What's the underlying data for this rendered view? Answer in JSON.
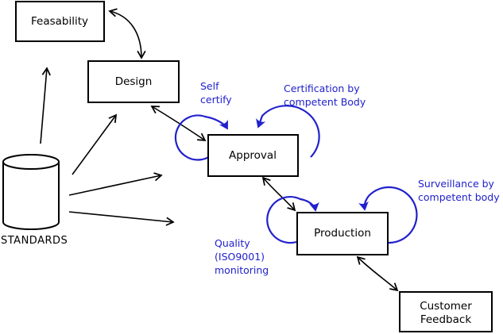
{
  "diagram": {
    "background": "#ffffff",
    "colors": {
      "line": "#000000",
      "box_fill": "#ffffff",
      "annotation_blue": "#2121cc"
    },
    "nodes": {
      "feasability": {
        "label": "Feasability"
      },
      "design": {
        "label": "Design"
      },
      "approval": {
        "label": "Approval"
      },
      "production": {
        "label": "Production"
      },
      "customer_feedback": {
        "line1": "Customer",
        "line2": "Feedback"
      },
      "standards": {
        "label": "STANDARDS",
        "shape": "cylinder"
      }
    },
    "annotations": {
      "self_certify": {
        "line1": "Self",
        "line2": "certify"
      },
      "certification": {
        "line1": "Certification by",
        "line2": "competent Body"
      },
      "surveillance": {
        "line1": "Surveillance by",
        "line2": "competent body"
      },
      "quality": {
        "line1": "Quality",
        "line2": "(ISO9001)",
        "line3": "monitoring"
      }
    },
    "edges": [
      {
        "from": "standards",
        "to": "feasability",
        "type": "arrow"
      },
      {
        "from": "standards",
        "to": "design",
        "type": "arrow"
      },
      {
        "from": "standards",
        "to": "approval",
        "type": "arrow"
      },
      {
        "from": "standards",
        "to": "production",
        "type": "arrow"
      },
      {
        "from": "feasability",
        "to": "design",
        "type": "double-arrow"
      },
      {
        "from": "design",
        "to": "approval",
        "type": "double-arrow"
      },
      {
        "from": "approval",
        "to": "production",
        "type": "double-arrow"
      },
      {
        "from": "production",
        "to": "customer_feedback",
        "type": "double-arrow"
      },
      {
        "node": "approval",
        "type": "self-loop",
        "label_ref": "self_certify"
      },
      {
        "node": "approval",
        "type": "self-loop",
        "label_ref": "certification"
      },
      {
        "node": "production",
        "type": "self-loop",
        "label_ref": "quality"
      },
      {
        "node": "production",
        "type": "self-loop",
        "label_ref": "surveillance"
      }
    ]
  }
}
